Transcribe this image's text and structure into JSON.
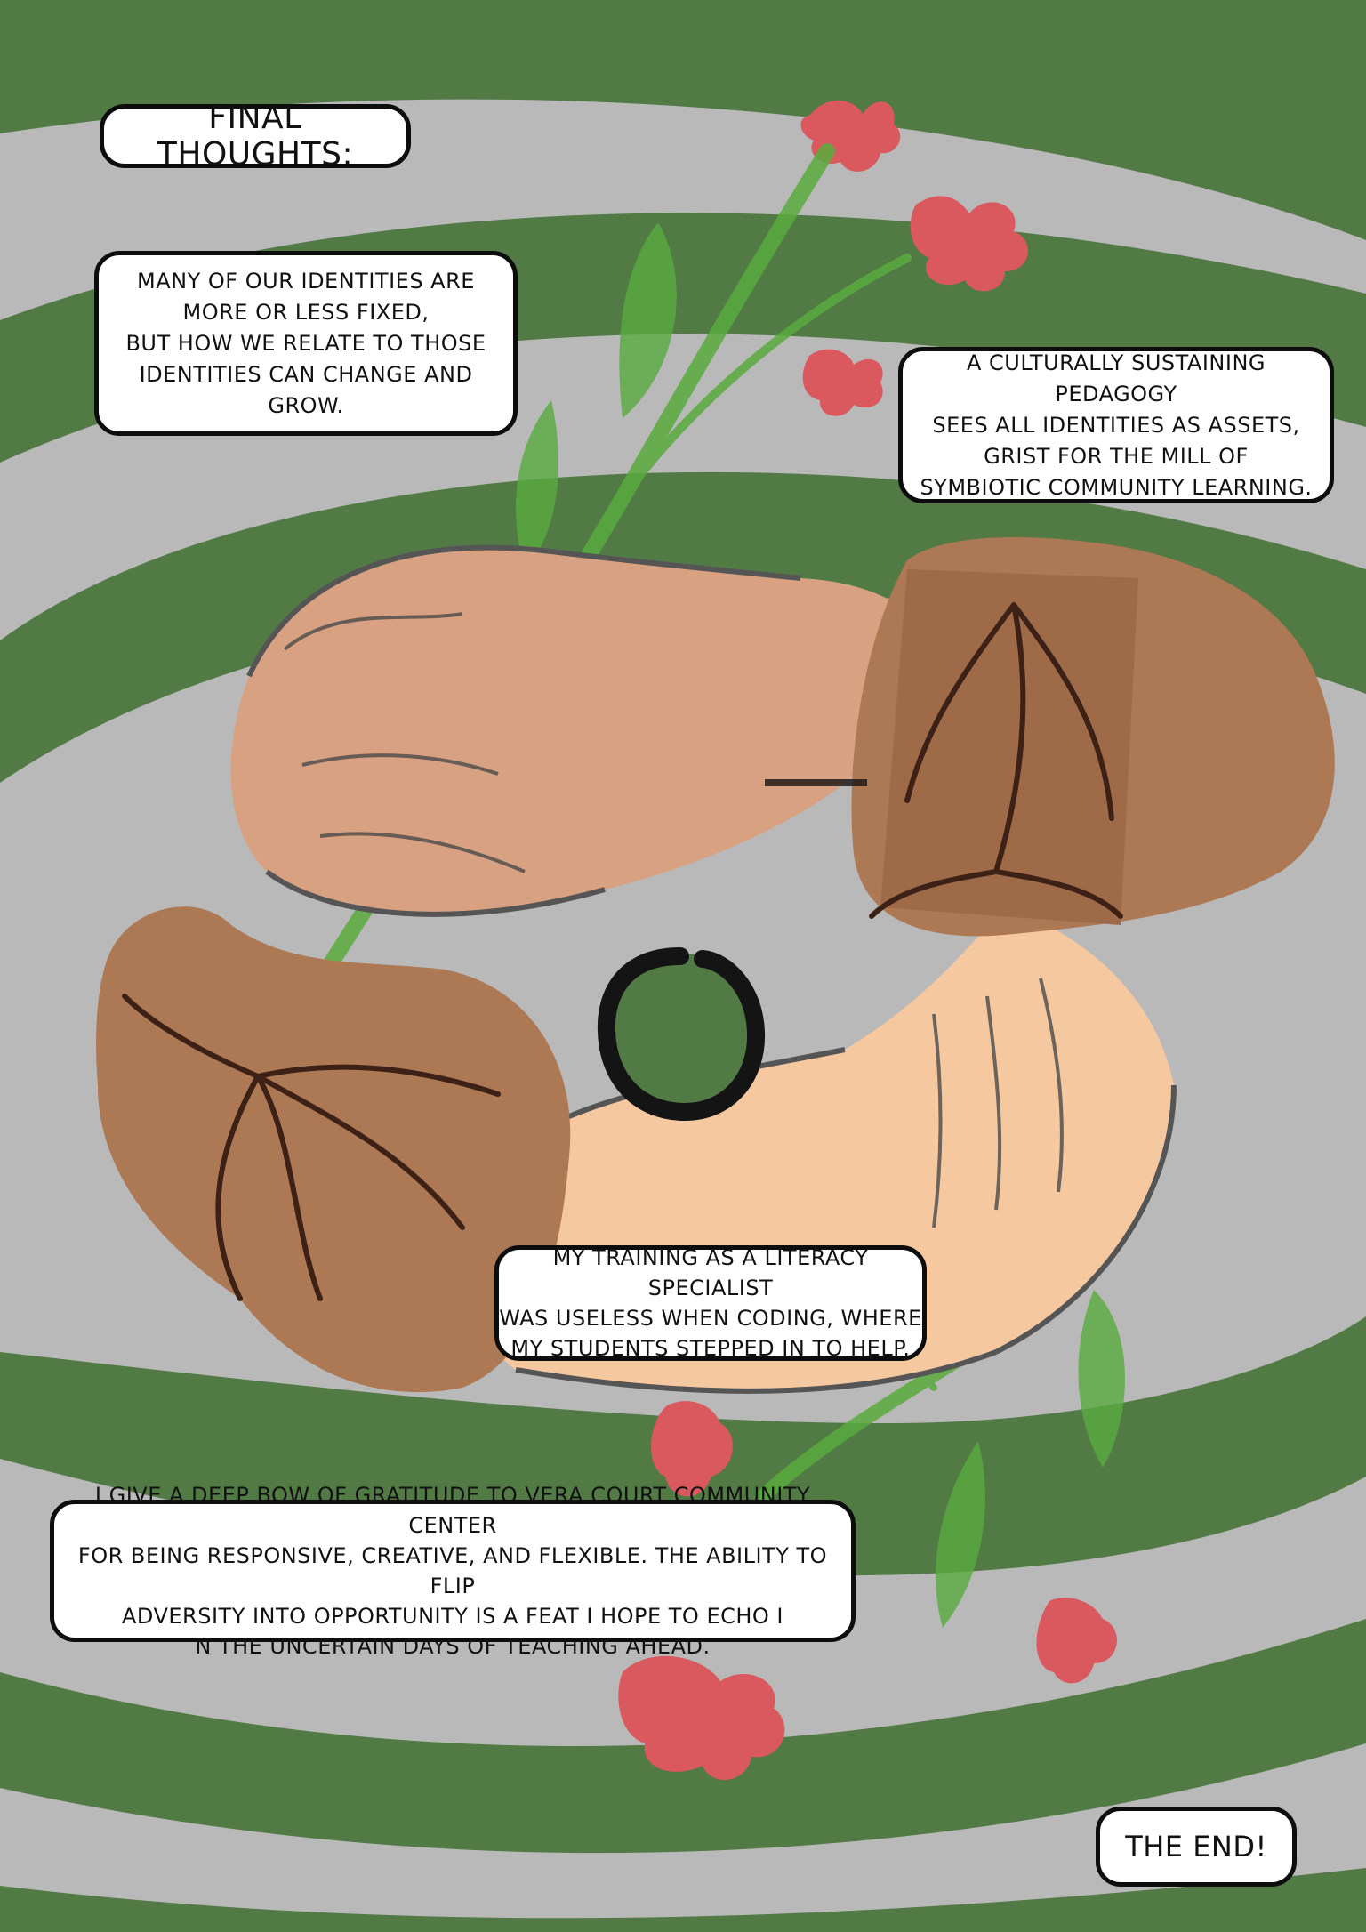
{
  "page": {
    "title": "FINAL THOUGHTS:",
    "captions": {
      "identities": "MANY OF OUR IDENTITIES ARE\nMORE OR LESS FIXED,\nBUT HOW WE RELATE TO THOSE\nIDENTITIES CAN CHANGE AND GROW.",
      "pedagogy": "A CULTURALLY SUSTAINING PEDAGOGY\nSEES ALL IDENTITIES AS ASSETS,\nGRIST FOR THE MILL OF\nSYMBIOTIC COMMUNITY LEARNING.",
      "training": "MY TRAINING AS A LITERACY SPECIALIST\nWAS USELESS WHEN CODING, WHERE\nMY STUDENTS STEPPED IN TO HELP.",
      "gratitude": "I GIVE A DEEP BOW OF GRATITUDE TO VERA COURT COMMUNITY CENTER\nFOR BEING RESPONSIVE, CREATIVE, AND FLEXIBLE. THE ABILITY TO FLIP\nADVERSITY INTO OPPORTUNITY IS A FEAT I HOPE TO ECHO I\nN THE UNCERTAIN DAYS OF TEACHING AHEAD."
    },
    "ending": "THE END!"
  },
  "colors": {
    "background_gray": "#b9b9b9",
    "swirl_green": "#527a45",
    "light_skin": "#f6c8a0",
    "mid_skin": "#d8a282",
    "dark_skin": "#ad7854",
    "root_lines": "#3d2116",
    "leaf_green": "#59ab3e",
    "flower_red": "#d9595e",
    "enso_black": "#141414"
  },
  "icons": [
    "hands-circle-illustration",
    "enso-circle-icon",
    "plant-stem-illustration",
    "red-flower-icon"
  ]
}
